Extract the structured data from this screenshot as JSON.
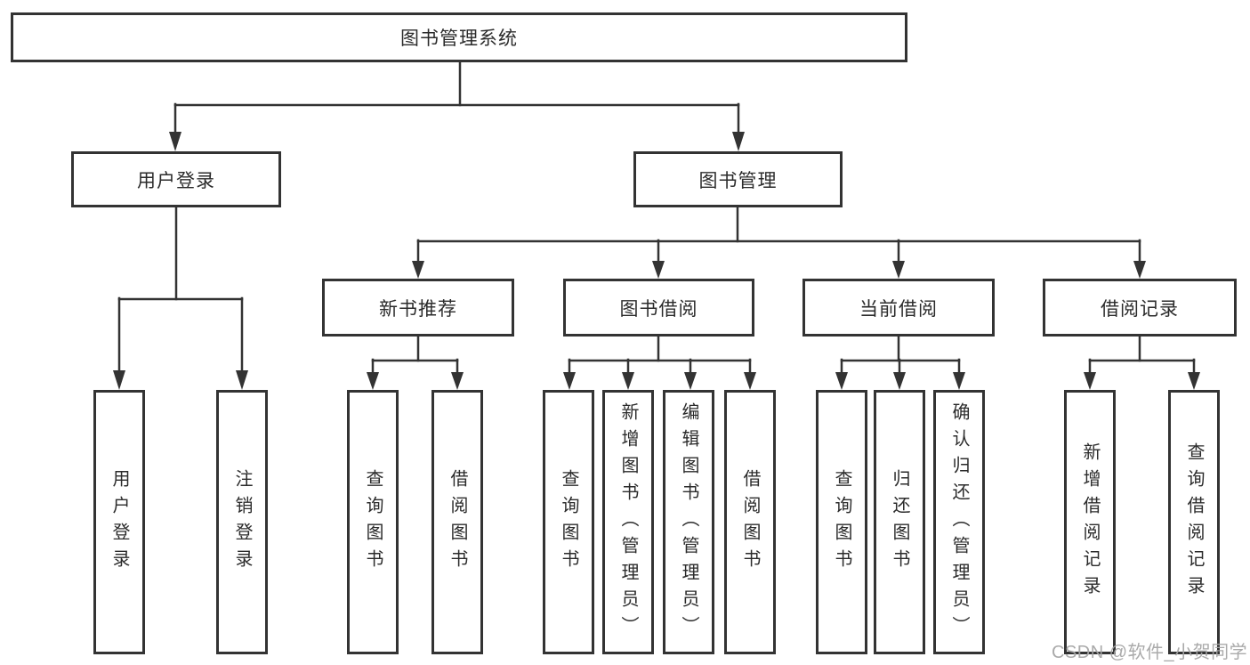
{
  "tree": {
    "root": "图书管理系统",
    "level2": [
      {
        "label": "用户登录",
        "children": [
          "用户登录",
          "注销登录"
        ]
      },
      {
        "label": "图书管理",
        "children": [
          {
            "label": "新书推荐",
            "children": [
              "查询图书",
              "借阅图书"
            ]
          },
          {
            "label": "图书借阅",
            "children": [
              "查询图书",
              "新增图书（管理员）",
              "编辑图书（管理员）",
              "借阅图书"
            ]
          },
          {
            "label": "当前借阅",
            "children": [
              "查询图书",
              "归还图书",
              "确认归还（管理员）"
            ]
          },
          {
            "label": "借阅记录",
            "children": [
              "新增借阅记录",
              "查询借阅记录"
            ]
          }
        ]
      }
    ]
  },
  "watermark": {
    "text": "CSDN @软件_小贺同学"
  },
  "colors": {
    "line": "#333333",
    "text": "#2b2b2b",
    "watermark": "#a5a5a5",
    "background": "#ffffff"
  }
}
